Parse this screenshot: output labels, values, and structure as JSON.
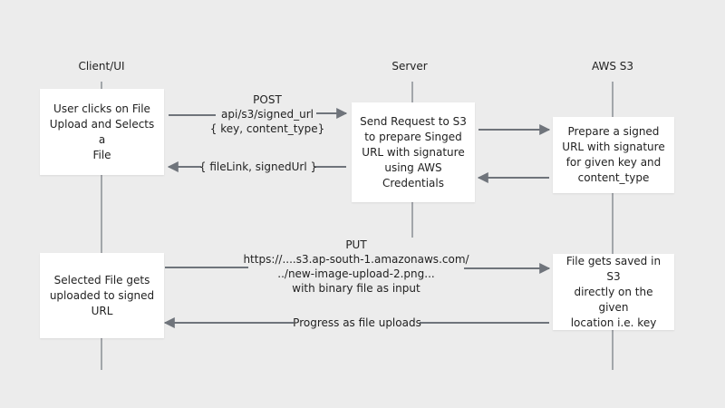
{
  "lanes": {
    "client": "Client/UI",
    "server": "Server",
    "s3": "AWS S3"
  },
  "boxes": {
    "client_upload": [
      "User clicks on File",
      "Upload and Selects a",
      "File"
    ],
    "server_request": [
      "Send Request to S3",
      "to prepare Singed",
      "URL with signature",
      "using AWS",
      "Credentials"
    ],
    "s3_prepare": [
      "Prepare a signed",
      "URL with signature",
      "for given key and",
      "content_type"
    ],
    "client_uploaded": [
      "Selected File gets",
      "uploaded to signed",
      "URL"
    ],
    "s3_saved": [
      "File gets saved in S3",
      "directly on the given",
      "location i.e. key"
    ]
  },
  "messages": {
    "post": [
      "POST",
      "api/s3/signed_url",
      "{ key, content_type}"
    ],
    "response": "{ fileLink, signedUrl }",
    "put": [
      "PUT",
      "https://....s3.ap-south-1.amazonaws.com/",
      "../new-image-upload-2.png...",
      "with binary file as input"
    ],
    "progress": "Progress as file uploads"
  },
  "colors": {
    "background": "#ececec",
    "box": "#ffffff",
    "line": "#8a8e94",
    "arrow": "#6f747b",
    "text": "#222222"
  }
}
